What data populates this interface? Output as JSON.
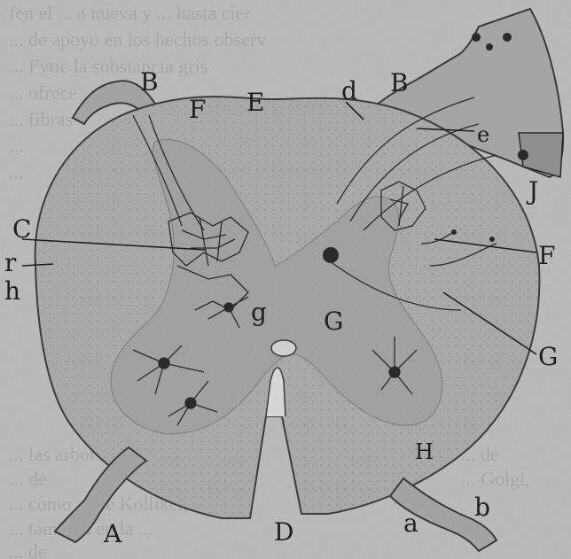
{
  "figure": {
    "labels": {
      "A": "A",
      "B_left": "B",
      "B_right": "B",
      "C": "C",
      "D": "D",
      "E": "E",
      "F_top": "F",
      "F_right": "F",
      "G_center": "G",
      "G_right": "G",
      "H": "H",
      "J": "J",
      "a": "a",
      "b": "b",
      "d": "d",
      "e": "e",
      "g": "g",
      "h": "h",
      "r": "r"
    },
    "background_text": [
      "fen el ... a nueva y ... hasta cier",
      "... de apoyo en los hechos observ",
      "... Fytic la substancia gris",
      "... ofrece",
      "... fibras",
      "...",
      "...",
      "... de",
      "... Golgi,",
      "... las arborizaciones",
      "... de",
      "... como ... de Kolliker,",
      "... también en la ...",
      "... de"
    ],
    "colors": {
      "background": "#bdbdbb",
      "cord": "#a9a9a7",
      "ink": "#1f1f1f"
    }
  }
}
